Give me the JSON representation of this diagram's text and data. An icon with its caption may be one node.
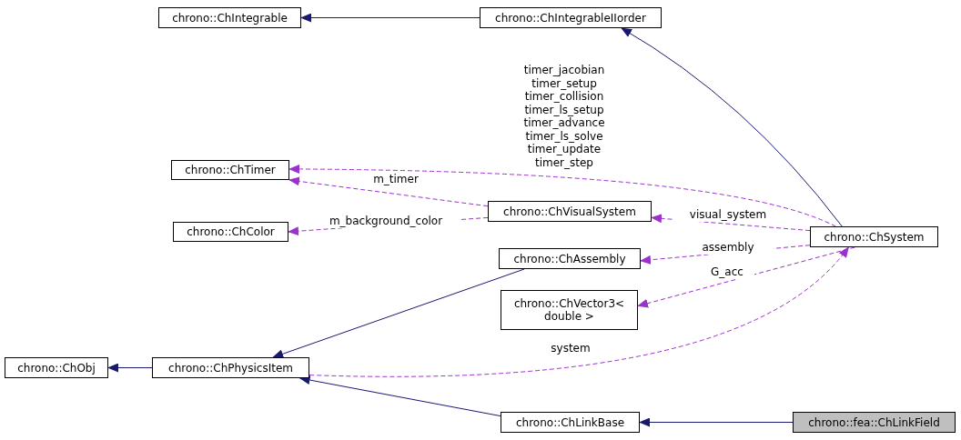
{
  "diagram": {
    "nodes": [
      {
        "text": [
          "chrono::ChIntegrable"
        ]
      },
      {
        "text": [
          "chrono::ChIntegrableIIorder"
        ]
      },
      {
        "text": [
          "chrono::ChTimer"
        ]
      },
      {
        "text": [
          "chrono::ChColor"
        ]
      },
      {
        "text": [
          "chrono::ChVisualSystem"
        ]
      },
      {
        "text": [
          "chrono::ChSystem"
        ]
      },
      {
        "text": [
          "chrono::ChAssembly"
        ]
      },
      {
        "text": [
          "chrono::ChVector3< double >"
        ]
      },
      {
        "text": [
          "chrono::ChObj"
        ]
      },
      {
        "text": [
          "chrono::ChPhysicsItem"
        ]
      },
      {
        "text": [
          "chrono::ChLinkBase"
        ]
      },
      {
        "text": [
          "chrono::fea::ChLinkField"
        ]
      }
    ],
    "edges": [
      {
        "from": 1,
        "to": 0,
        "arrow": "to",
        "color": "#191970"
      },
      {
        "from": 5,
        "to": 1,
        "arrow": "to",
        "color": "#191970"
      },
      {
        "from": 6,
        "to": 9,
        "arrow": "to",
        "color": "#191970"
      },
      {
        "from": 10,
        "to": 9,
        "arrow": "to",
        "color": "#191970"
      },
      {
        "from": 11,
        "to": 10,
        "arrow": "to",
        "color": "#191970"
      },
      {
        "from": 9,
        "to": 8,
        "arrow": "to",
        "color": "#191970"
      },
      {
        "from": 5,
        "to": 2,
        "arrow": "to",
        "style": "dashed",
        "label": "timer_jacobian timer_setup timer_collision timer_ls_setup timer_advance timer_ls_solve timer_update timer_step"
      },
      {
        "from": 4,
        "to": 2,
        "arrow": "to",
        "style": "dashed",
        "label": "m_timer"
      },
      {
        "from": 4,
        "to": 3,
        "arrow": "to",
        "style": "dashed",
        "label": "m_background_color"
      },
      {
        "from": 5,
        "to": 4,
        "arrow": "to",
        "style": "dashed",
        "label": "visual_system"
      },
      {
        "from": 5,
        "to": 6,
        "arrow": "to",
        "style": "dashed",
        "label": "assembly"
      },
      {
        "from": 5,
        "to": 7,
        "arrow": "to",
        "style": "dashed",
        "label": "G_acc"
      },
      {
        "from": 9,
        "to": 5,
        "arrow": "to",
        "style": "dashed",
        "label": "system"
      }
    ]
  }
}
